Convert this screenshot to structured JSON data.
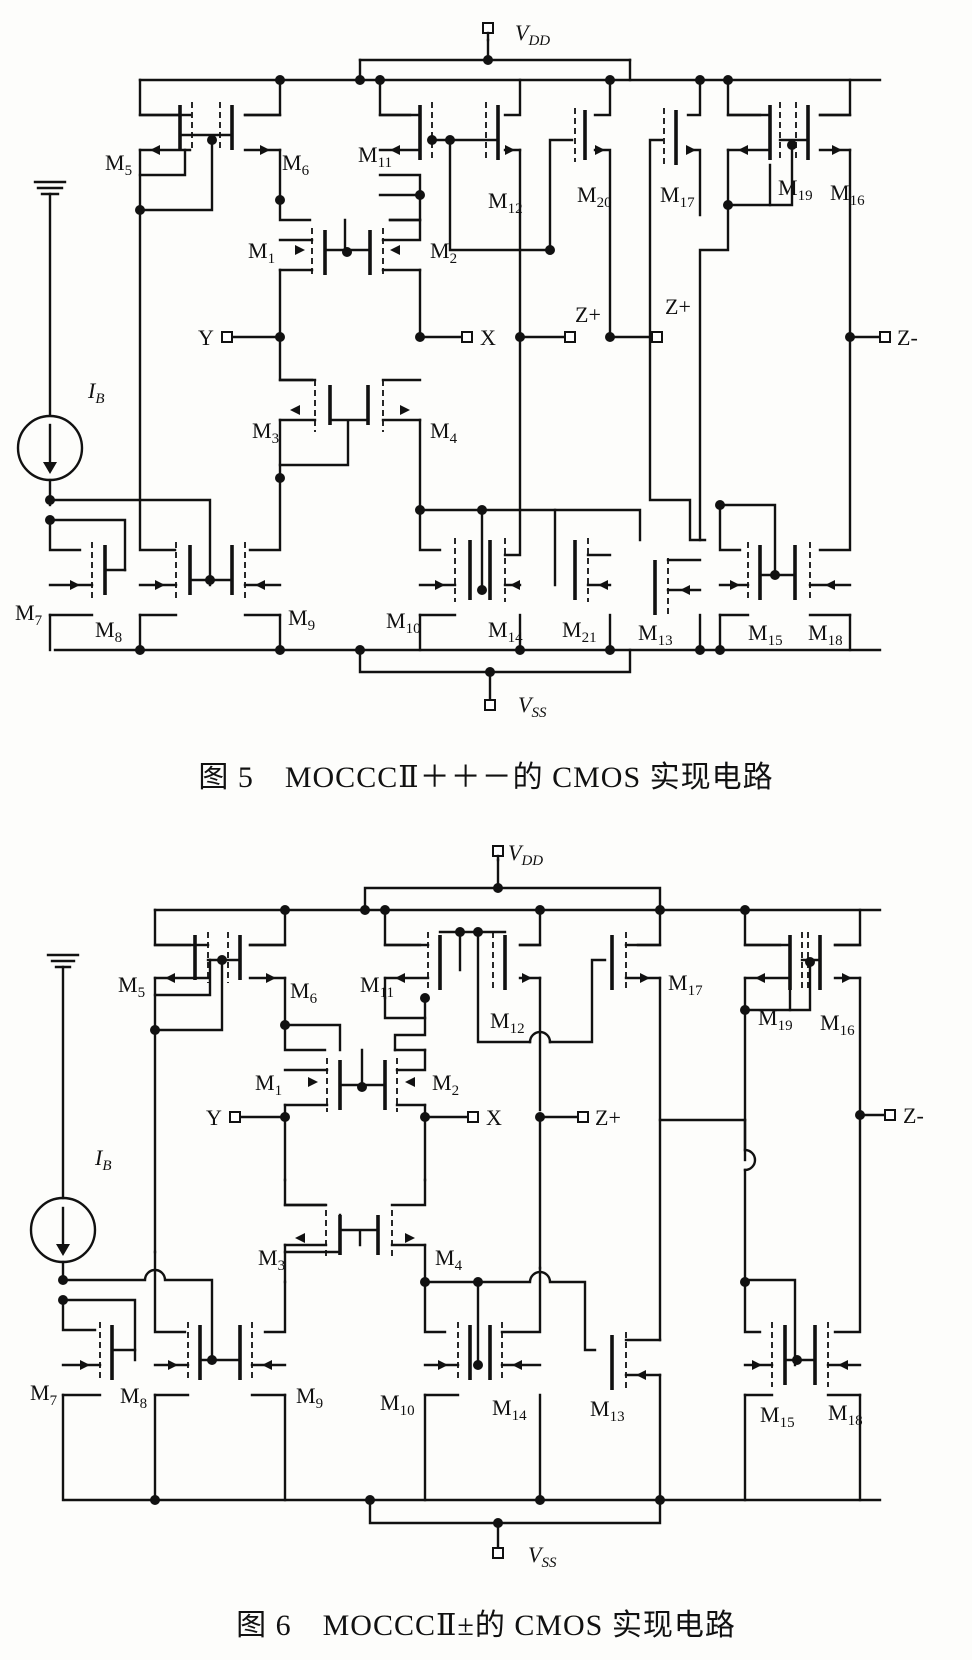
{
  "figure5": {
    "caption": "图 5　MOCCCⅡ＋＋－的 CMOS 实现电路",
    "supply_top": "V",
    "supply_top_sub": "DD",
    "supply_bottom": "V",
    "supply_bottom_sub": "SS",
    "current_source": "I",
    "current_source_sub": "B",
    "ports": {
      "y": "Y",
      "x": "X",
      "z1": "Z+",
      "z2": "Z+",
      "z3": "Z-"
    },
    "transistors": [
      {
        "m": "M",
        "n": "5"
      },
      {
        "m": "M",
        "n": "6"
      },
      {
        "m": "M",
        "n": "11"
      },
      {
        "m": "M",
        "n": "12"
      },
      {
        "m": "M",
        "n": "20"
      },
      {
        "m": "M",
        "n": "17"
      },
      {
        "m": "M",
        "n": "19"
      },
      {
        "m": "M",
        "n": "16"
      },
      {
        "m": "M",
        "n": "1"
      },
      {
        "m": "M",
        "n": "2"
      },
      {
        "m": "M",
        "n": "3"
      },
      {
        "m": "M",
        "n": "4"
      },
      {
        "m": "M",
        "n": "7"
      },
      {
        "m": "M",
        "n": "8"
      },
      {
        "m": "M",
        "n": "9"
      },
      {
        "m": "M",
        "n": "10"
      },
      {
        "m": "M",
        "n": "14"
      },
      {
        "m": "M",
        "n": "21"
      },
      {
        "m": "M",
        "n": "13"
      },
      {
        "m": "M",
        "n": "15"
      },
      {
        "m": "M",
        "n": "18"
      }
    ]
  },
  "figure6": {
    "caption": "图 6　MOCCCⅡ±的 CMOS 实现电路",
    "supply_top": "V",
    "supply_top_sub": "DD",
    "supply_bottom": "V",
    "supply_bottom_sub": "SS",
    "current_source": "I",
    "current_source_sub": "B",
    "ports": {
      "y": "Y",
      "x": "X",
      "z1": "Z+",
      "z2": "Z-"
    },
    "transistors": [
      {
        "m": "M",
        "n": "5"
      },
      {
        "m": "M",
        "n": "6"
      },
      {
        "m": "M",
        "n": "11"
      },
      {
        "m": "M",
        "n": "12"
      },
      {
        "m": "M",
        "n": "17"
      },
      {
        "m": "M",
        "n": "19"
      },
      {
        "m": "M",
        "n": "16"
      },
      {
        "m": "M",
        "n": "1"
      },
      {
        "m": "M",
        "n": "2"
      },
      {
        "m": "M",
        "n": "3"
      },
      {
        "m": "M",
        "n": "4"
      },
      {
        "m": "M",
        "n": "7"
      },
      {
        "m": "M",
        "n": "8"
      },
      {
        "m": "M",
        "n": "9"
      },
      {
        "m": "M",
        "n": "10"
      },
      {
        "m": "M",
        "n": "14"
      },
      {
        "m": "M",
        "n": "13"
      },
      {
        "m": "M",
        "n": "15"
      },
      {
        "m": "M",
        "n": "18"
      }
    ]
  }
}
